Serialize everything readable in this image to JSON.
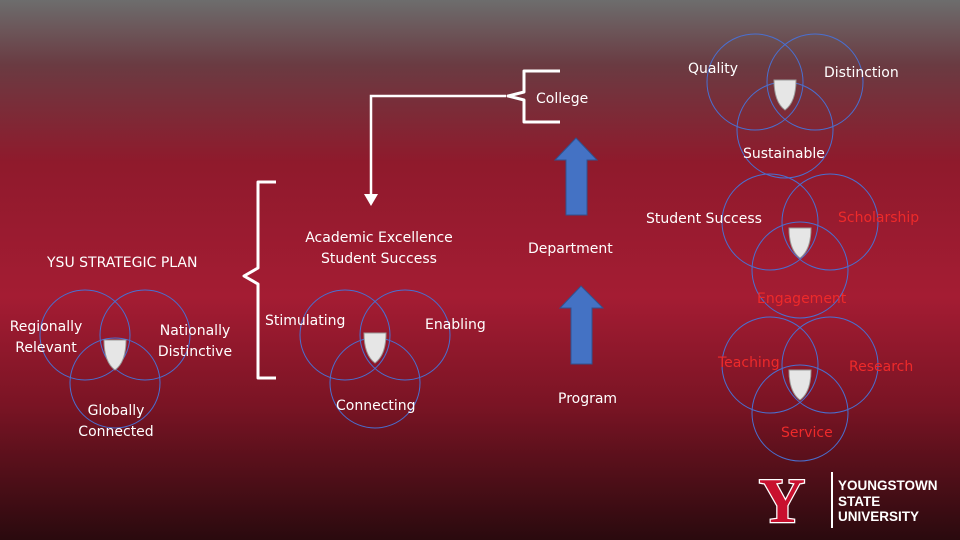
{
  "top_venn": {
    "left": "Quality",
    "right": "Distinction"
  },
  "college": "College",
  "sustainable": "Sustainable",
  "mid_venn": {
    "left": "Student Success",
    "right": "Scholarship",
    "bottom": "Engagement"
  },
  "department": "Department",
  "academic": {
    "line1": "Academic Excellence",
    "line2": "Student Success"
  },
  "strategic_plan": "YSU STRATEGIC PLAN",
  "plan_venn": {
    "left_line1": "Regionally",
    "left_line2": "Relevant",
    "right_line1": "Nationally",
    "right_line2": "Distinctive",
    "bottom_line1": "Globally",
    "bottom_line2": "Connected"
  },
  "approach_venn": {
    "left": "Stimulating",
    "right": "Enabling",
    "bottom": "Connecting"
  },
  "program": "Program",
  "program_venn": {
    "left": "Teaching",
    "right": "Research",
    "bottom": "Service"
  },
  "logo": {
    "line1": "YOUNGSTOWN",
    "line2": "STATE",
    "line3": "UNIVERSITY",
    "letter": "Y"
  },
  "colors": {
    "circle_stroke": "#4a6fd0",
    "arrow_fill": "#4472c4",
    "red_text": "#ee2a2a",
    "logo_red": "#c8102e"
  }
}
